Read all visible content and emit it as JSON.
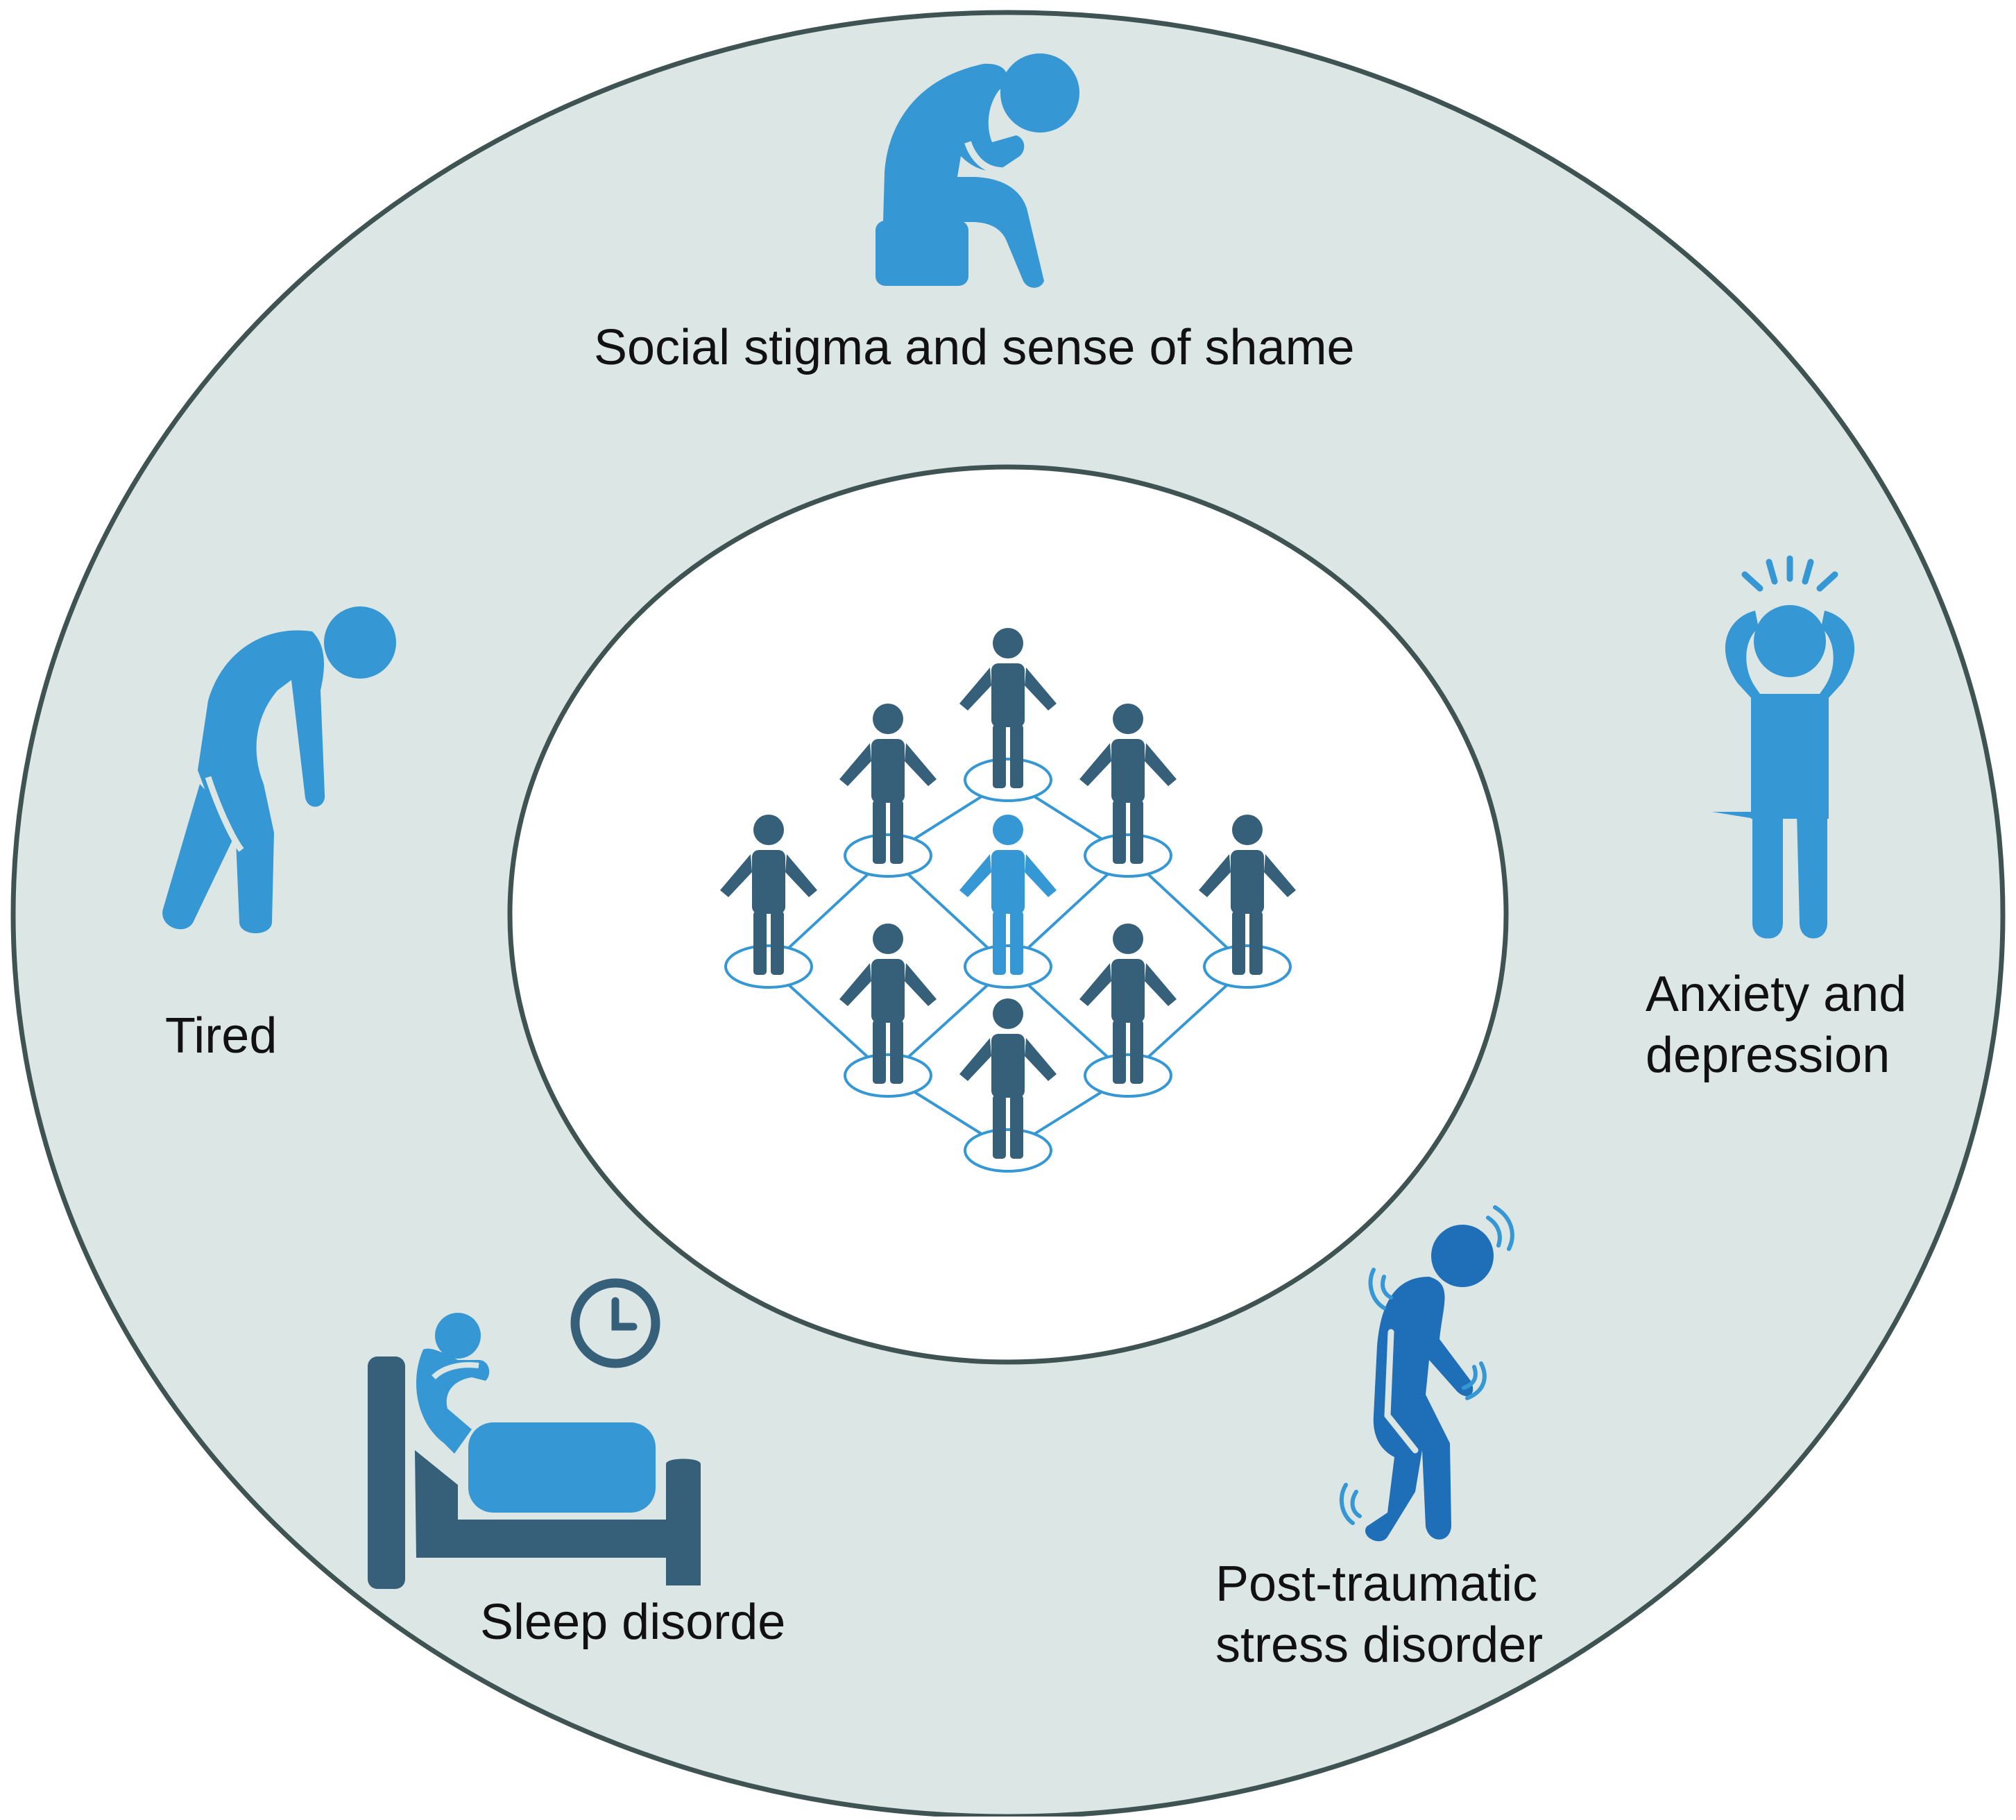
{
  "labels": {
    "stigma": "Social stigma and sense of shame",
    "tired": "Tired",
    "anxiety_line1": "Anxiety and",
    "anxiety_line2": "depression",
    "sleep": "Sleep disorde",
    "ptsd_line1": "Post-traumatic",
    "ptsd_line2": "stress disorder"
  },
  "icons": {
    "stigma": "sitting-ashamed-person-icon",
    "tired": "tired-bent-person-icon",
    "anxiety": "anxious-person-holding-head-icon",
    "sleep": "sleepless-person-in-bed-icon",
    "clock": "clock-icon",
    "ptsd": "trembling-person-icon",
    "center": "people-network-icon"
  },
  "colors": {
    "outer_ring": "#dce6e5",
    "ring_stroke": "#3f5452",
    "inner_circle": "#ffffff",
    "icon_blue": "#3597d3",
    "icon_dark": "#365f79",
    "ptsd_blue": "#1e6fb8",
    "network_line": "#3597d3"
  }
}
